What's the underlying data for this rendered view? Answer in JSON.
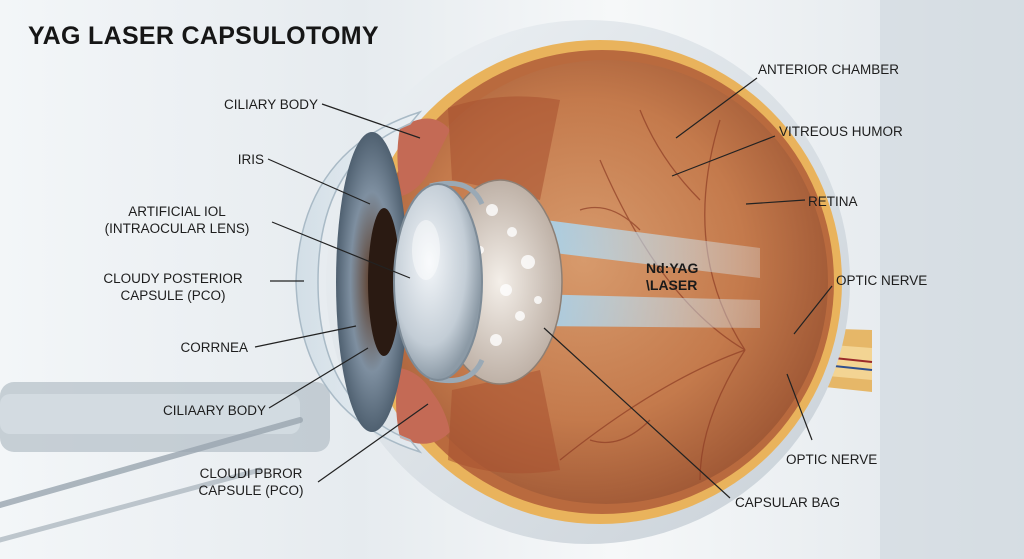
{
  "title": "YAG LASER CAPSULOTOMY",
  "labels": {
    "ciliary_body_top": "CILIARY BODY",
    "iris": "IRIS",
    "artificial_iol_1": "ARTIFICIAL IOL",
    "artificial_iol_2": "(INTRAOCULAR LENS)",
    "cloudy_posterior_1": "CLOUDY POSTERIOR",
    "cloudy_posterior_2": "CAPSULE (PCO)",
    "cornea": "CORRNEA",
    "ciliary_body_bottom": "CILIAARY BODY",
    "cloudi_pbror_1": "CLOUDI PBROR",
    "cloudi_pbror_2": "CAPSULE (PCO)",
    "anterior_chamber": "ANTERIOR CHAMBER",
    "vitreous_humor": "VITREOUS HUMOR",
    "retina": "RETINA",
    "optic_nerve_upper": "OPTIC NERVE",
    "optic_nerve_lower": "OPTIC NERVE",
    "capsular_bag": "CAPSULAR BAG",
    "laser_line1": "Nd:YAG",
    "laser_line2": "\\LASER"
  }
}
